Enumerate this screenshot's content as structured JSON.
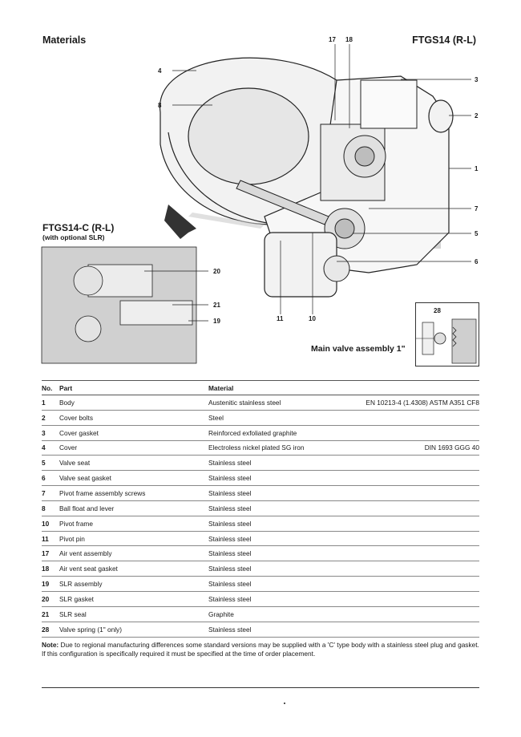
{
  "header": {
    "section": "Materials",
    "model": "FTGS14 (R-L)"
  },
  "subassembly": {
    "title": "FTGS14-C (R-L)",
    "note": "(with optional SLR)"
  },
  "main_caption": "Main valve assembly 1\"",
  "callouts": {
    "c17": "17",
    "c18": "18",
    "c4": "4",
    "c3": "3",
    "c8": "8",
    "c2": "2",
    "c1": "1",
    "c7": "7",
    "c5": "5",
    "c6": "6",
    "c11": "11",
    "c10": "10",
    "c20": "20",
    "c21": "21",
    "c19": "19",
    "c28": "28"
  },
  "table": {
    "headers": {
      "no": "No.",
      "part": "Part",
      "material": "Material",
      "spec": ""
    },
    "rows": [
      {
        "no": "1",
        "part": "Body",
        "material": "Austenitic stainless steel",
        "spec": "EN 10213-4 (1.4308) ASTM A351 CF8"
      },
      {
        "no": "2",
        "part": "Cover bolts",
        "material": "Steel",
        "spec": ""
      },
      {
        "no": "3",
        "part": "Cover gasket",
        "material": "Reinforced exfoliated graphite",
        "spec": ""
      },
      {
        "no": "4",
        "part": "Cover",
        "material": "Electroless nickel plated SG iron",
        "spec": "DIN 1693 GGG 40"
      },
      {
        "no": "5",
        "part": "Valve seat",
        "material": "Stainless steel",
        "spec": ""
      },
      {
        "no": "6",
        "part": "Valve seat gasket",
        "material": "Stainless steel",
        "spec": ""
      },
      {
        "no": "7",
        "part": "Pivot frame assembly screws",
        "material": "Stainless steel",
        "spec": ""
      },
      {
        "no": "8",
        "part": "Ball float and lever",
        "material": "Stainless steel",
        "spec": ""
      },
      {
        "no": "10",
        "part": "Pivot frame",
        "material": "Stainless steel",
        "spec": ""
      },
      {
        "no": "11",
        "part": "Pivot pin",
        "material": "Stainless steel",
        "spec": ""
      },
      {
        "no": "17",
        "part": "Air vent assembly",
        "material": "Stainless steel",
        "spec": ""
      },
      {
        "no": "18",
        "part": "Air vent seat gasket",
        "material": "Stainless steel",
        "spec": ""
      },
      {
        "no": "19",
        "part": "SLR assembly",
        "material": "Stainless steel",
        "spec": ""
      },
      {
        "no": "20",
        "part": "SLR gasket",
        "material": "Stainless steel",
        "spec": ""
      },
      {
        "no": "21",
        "part": "SLR seal",
        "material": "Graphite",
        "spec": ""
      },
      {
        "no": "28",
        "part": "Valve spring (1\" only)",
        "material": "Stainless steel",
        "spec": ""
      }
    ]
  },
  "note": {
    "label": "Note:",
    "text": " Due to regional manufacturing differences some standard versions may be supplied with a 'C' type body with a stainless steel plug and gasket. If this configuration is specifically required it must be specified at the time of order placement."
  }
}
